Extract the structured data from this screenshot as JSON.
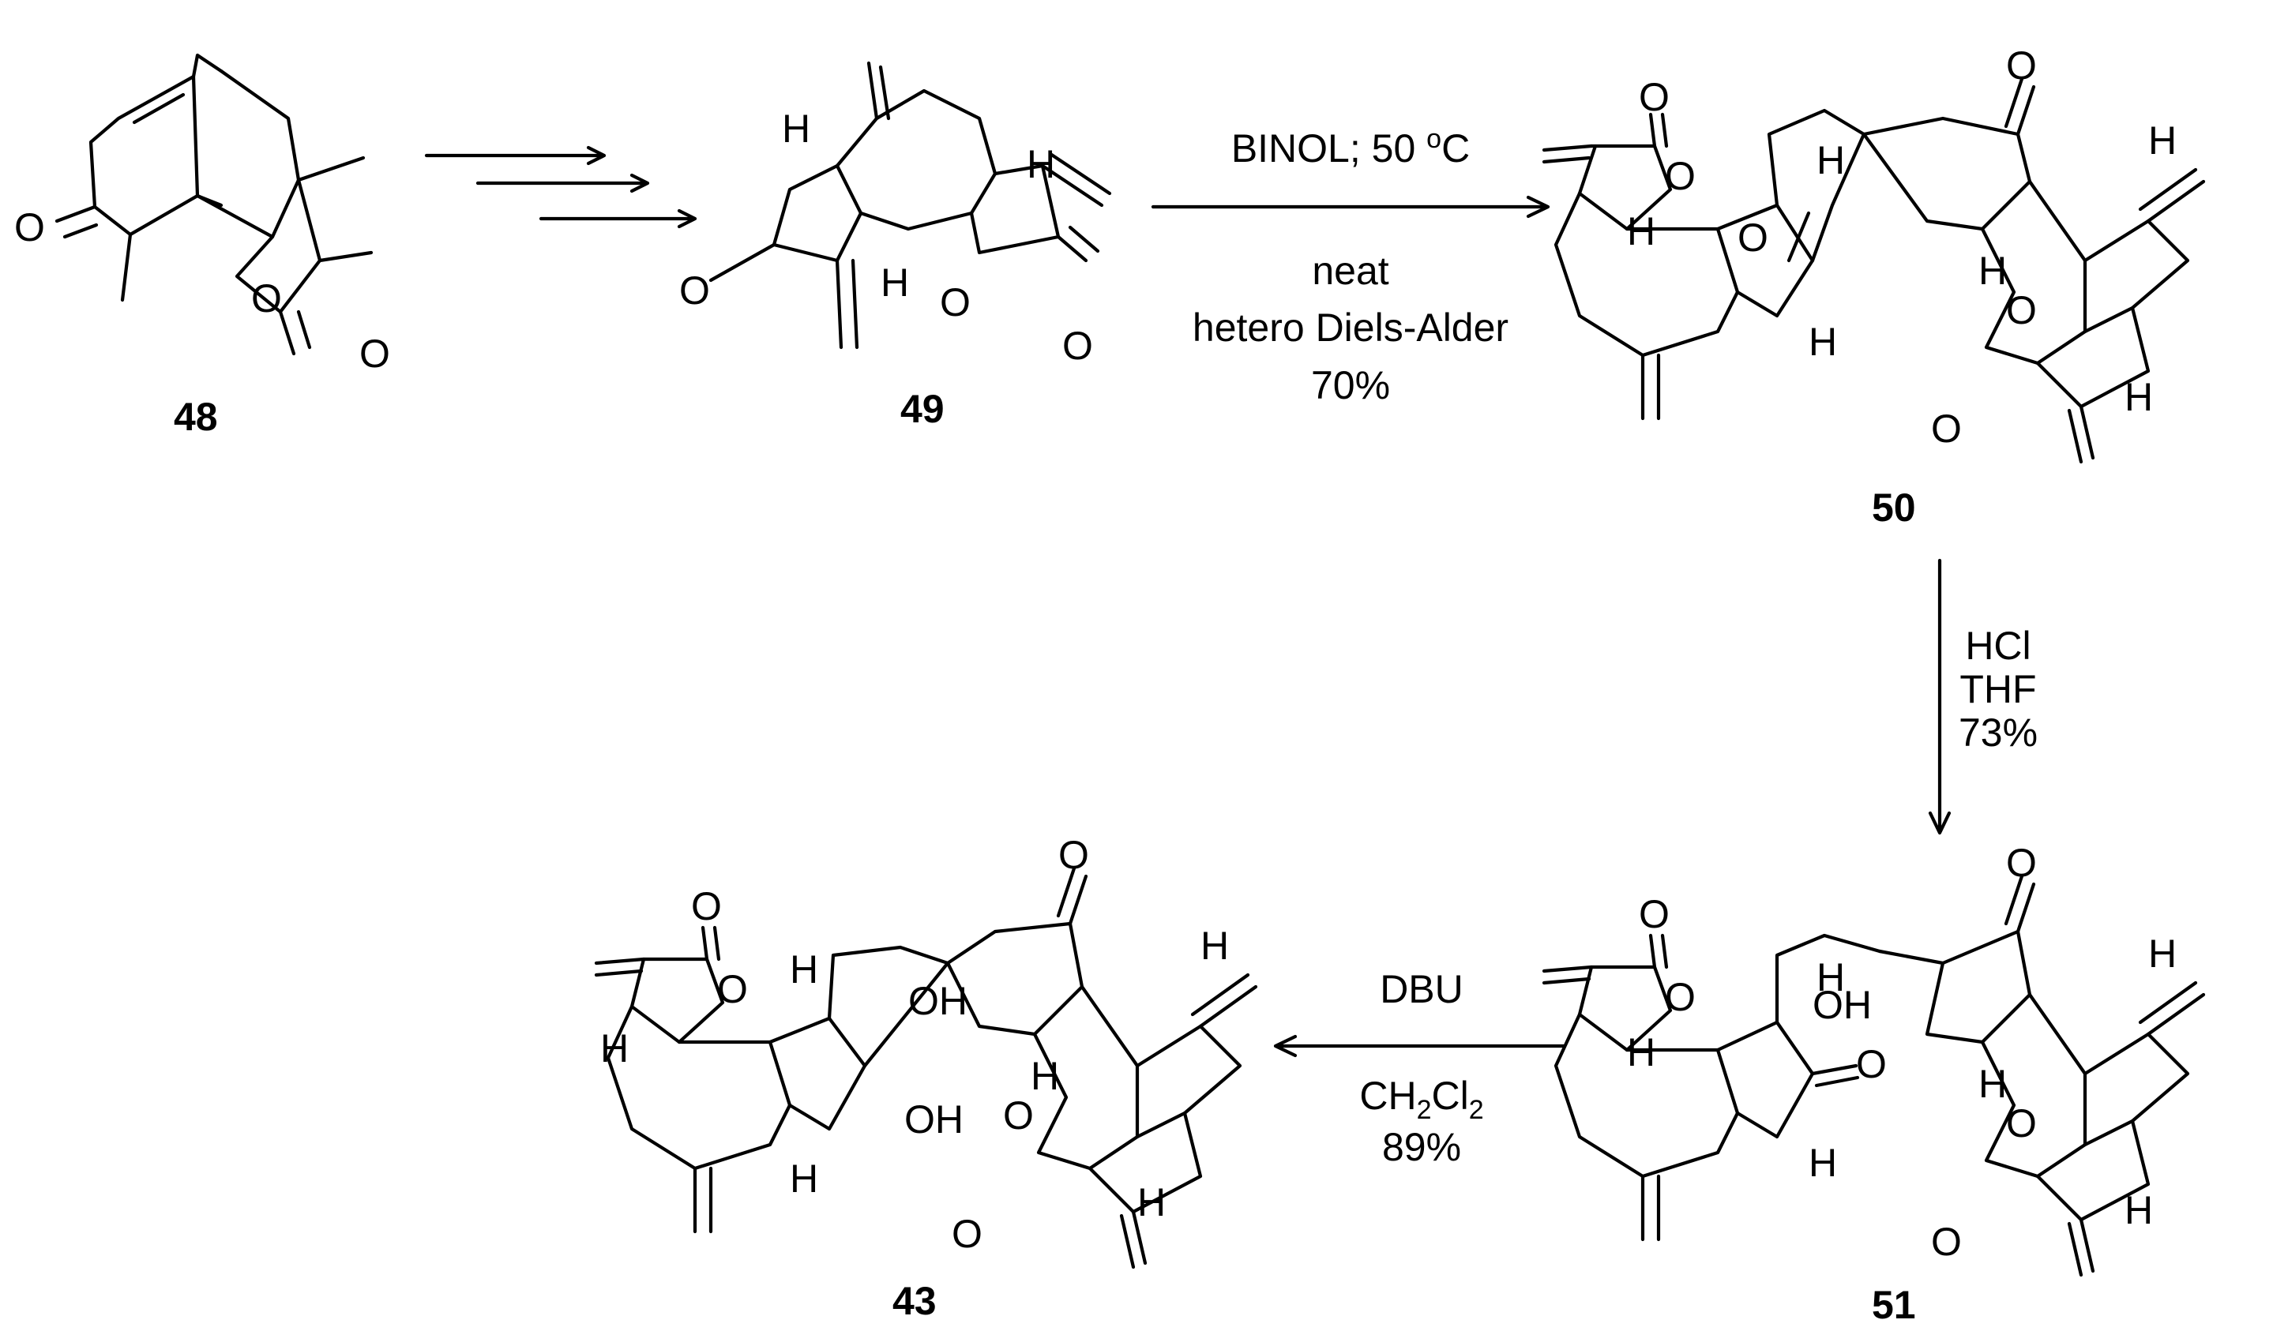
{
  "compounds": {
    "c48": "48",
    "c49": "49",
    "c50": "50",
    "c51": "51",
    "c43": "43"
  },
  "steps": {
    "step1": {
      "line1": "BINOL; 50 ",
      "line1_sup": "o",
      "line1_end": "C",
      "line2": "neat",
      "line3": "hetero Diels-Alder",
      "line4": "70%"
    },
    "step2": {
      "line1": "HCl",
      "line2": "THF",
      "line3": "73%"
    },
    "step3": {
      "line1": "DBU",
      "line2_a": "CH",
      "line2_b": "2",
      "line2_c": "Cl",
      "line2_d": "2",
      "line3": "89%"
    }
  },
  "atoms": {
    "O": "O",
    "H": "H",
    "OH": "OH"
  }
}
